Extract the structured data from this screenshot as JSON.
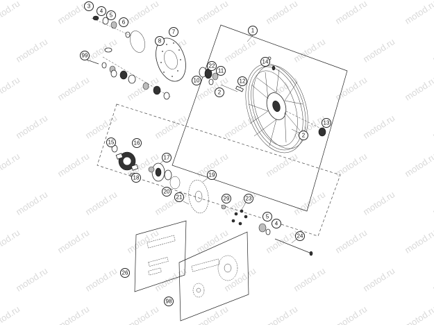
{
  "watermark": "motod.ru",
  "callouts": {
    "c1": "1",
    "c2a": "2",
    "c2b": "2",
    "c3": "3",
    "c4a": "4",
    "c4b": "4",
    "c5a": "5",
    "c5b": "5",
    "c6": "6",
    "c7": "7",
    "c8": "8",
    "c10": "10",
    "c11": "11",
    "c12": "12",
    "c13": "13",
    "c14": "14",
    "c15": "15",
    "c16": "16",
    "c17": "17",
    "c18": "18",
    "c19": "19",
    "c20": "20",
    "c21": "21",
    "c22": "22",
    "c23": "23",
    "c24": "24",
    "c26": "26",
    "c29": "29",
    "c98": "98",
    "c99": "99"
  }
}
